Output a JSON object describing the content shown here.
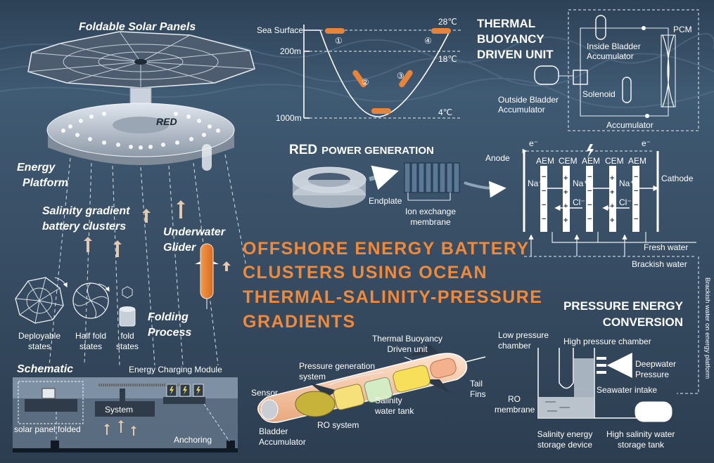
{
  "title_lines": [
    "OFFSHORE ENERGY BATTERY",
    "CLUSTERS USING OCEAN",
    "THERMAL-SALINITY-PRESSURE",
    "GRADIENTS"
  ],
  "platform": {
    "solar_label": "Foldable Solar Panels",
    "red_tag": "RED",
    "energy_platform": [
      "Energy",
      "Platform"
    ],
    "battery_clusters": [
      "Salinity gradient",
      "battery clusters"
    ],
    "glider": [
      "Underwater",
      "Glider"
    ],
    "folding": [
      "Folding",
      "Process"
    ],
    "states": [
      {
        "lines": [
          "Deployable",
          "states"
        ]
      },
      {
        "lines": [
          "Half fold",
          "states"
        ]
      },
      {
        "lines": [
          "fold",
          "states"
        ]
      }
    ]
  },
  "depth_profile": {
    "depths": [
      "Sea Surface",
      "200m",
      "1000m"
    ],
    "temps": [
      "28℃",
      "18℃",
      "4℃"
    ],
    "markers": [
      "①",
      "②",
      "③",
      "④"
    ]
  },
  "thermal_unit": {
    "title": [
      "THERMAL",
      "BUOYANCY",
      "DRIVEN UNIT"
    ],
    "inside": [
      "Inside Bladder",
      "Accumulator"
    ],
    "pcm": "PCM",
    "outside": [
      "Outside Bladder",
      "Accumulator"
    ],
    "solenoid": "Solenoid",
    "accumulator": "Accumulator"
  },
  "red_power": {
    "title_red": "RED",
    "title_rest": "POWER GENERATION",
    "endplate": "Endplate",
    "ion": [
      "Ion exchange",
      "membrane"
    ],
    "anode": "Anode",
    "cathode": "Cathode",
    "electron": "e⁻",
    "membranes": [
      "AEM",
      "CEM",
      "AEM",
      "CEM",
      "AEM"
    ],
    "na": "Na⁺",
    "cl": "Cl⁻",
    "fresh": "Fresh water",
    "brackish": "Brackish water",
    "vertical_note": "Brackish water on energy platform"
  },
  "pressure": {
    "title": [
      "PRESSURE ENERGY",
      "CONVERSION"
    ],
    "low": [
      "Low pressure",
      "chamber"
    ],
    "high": "High pressure chamber",
    "deepwater": [
      "Deepwater",
      "Pressure"
    ],
    "intake": "Seawater intake",
    "ro": [
      "RO",
      "membrane"
    ],
    "storage": [
      "Salinity energy",
      "storage device"
    ],
    "tank": [
      "High salinity water",
      "storage tank"
    ]
  },
  "glider_detail": {
    "thermal": [
      "Thermal Buoyancy",
      "Driven unit"
    ],
    "pressure_gen": [
      "Pressure generation",
      "system"
    ],
    "tail": [
      "Tail",
      "Fins"
    ],
    "sensor": "Sensor",
    "salinity": [
      "Salinity",
      "water tank"
    ],
    "ro": "RO system",
    "bladder": [
      "Bladder",
      "Accumulator"
    ]
  },
  "schematic": {
    "title": "Schematic",
    "module": "Energy Charging Module",
    "system": "System",
    "folded": "solar panel folded",
    "anchoring": "Anchoring"
  }
}
